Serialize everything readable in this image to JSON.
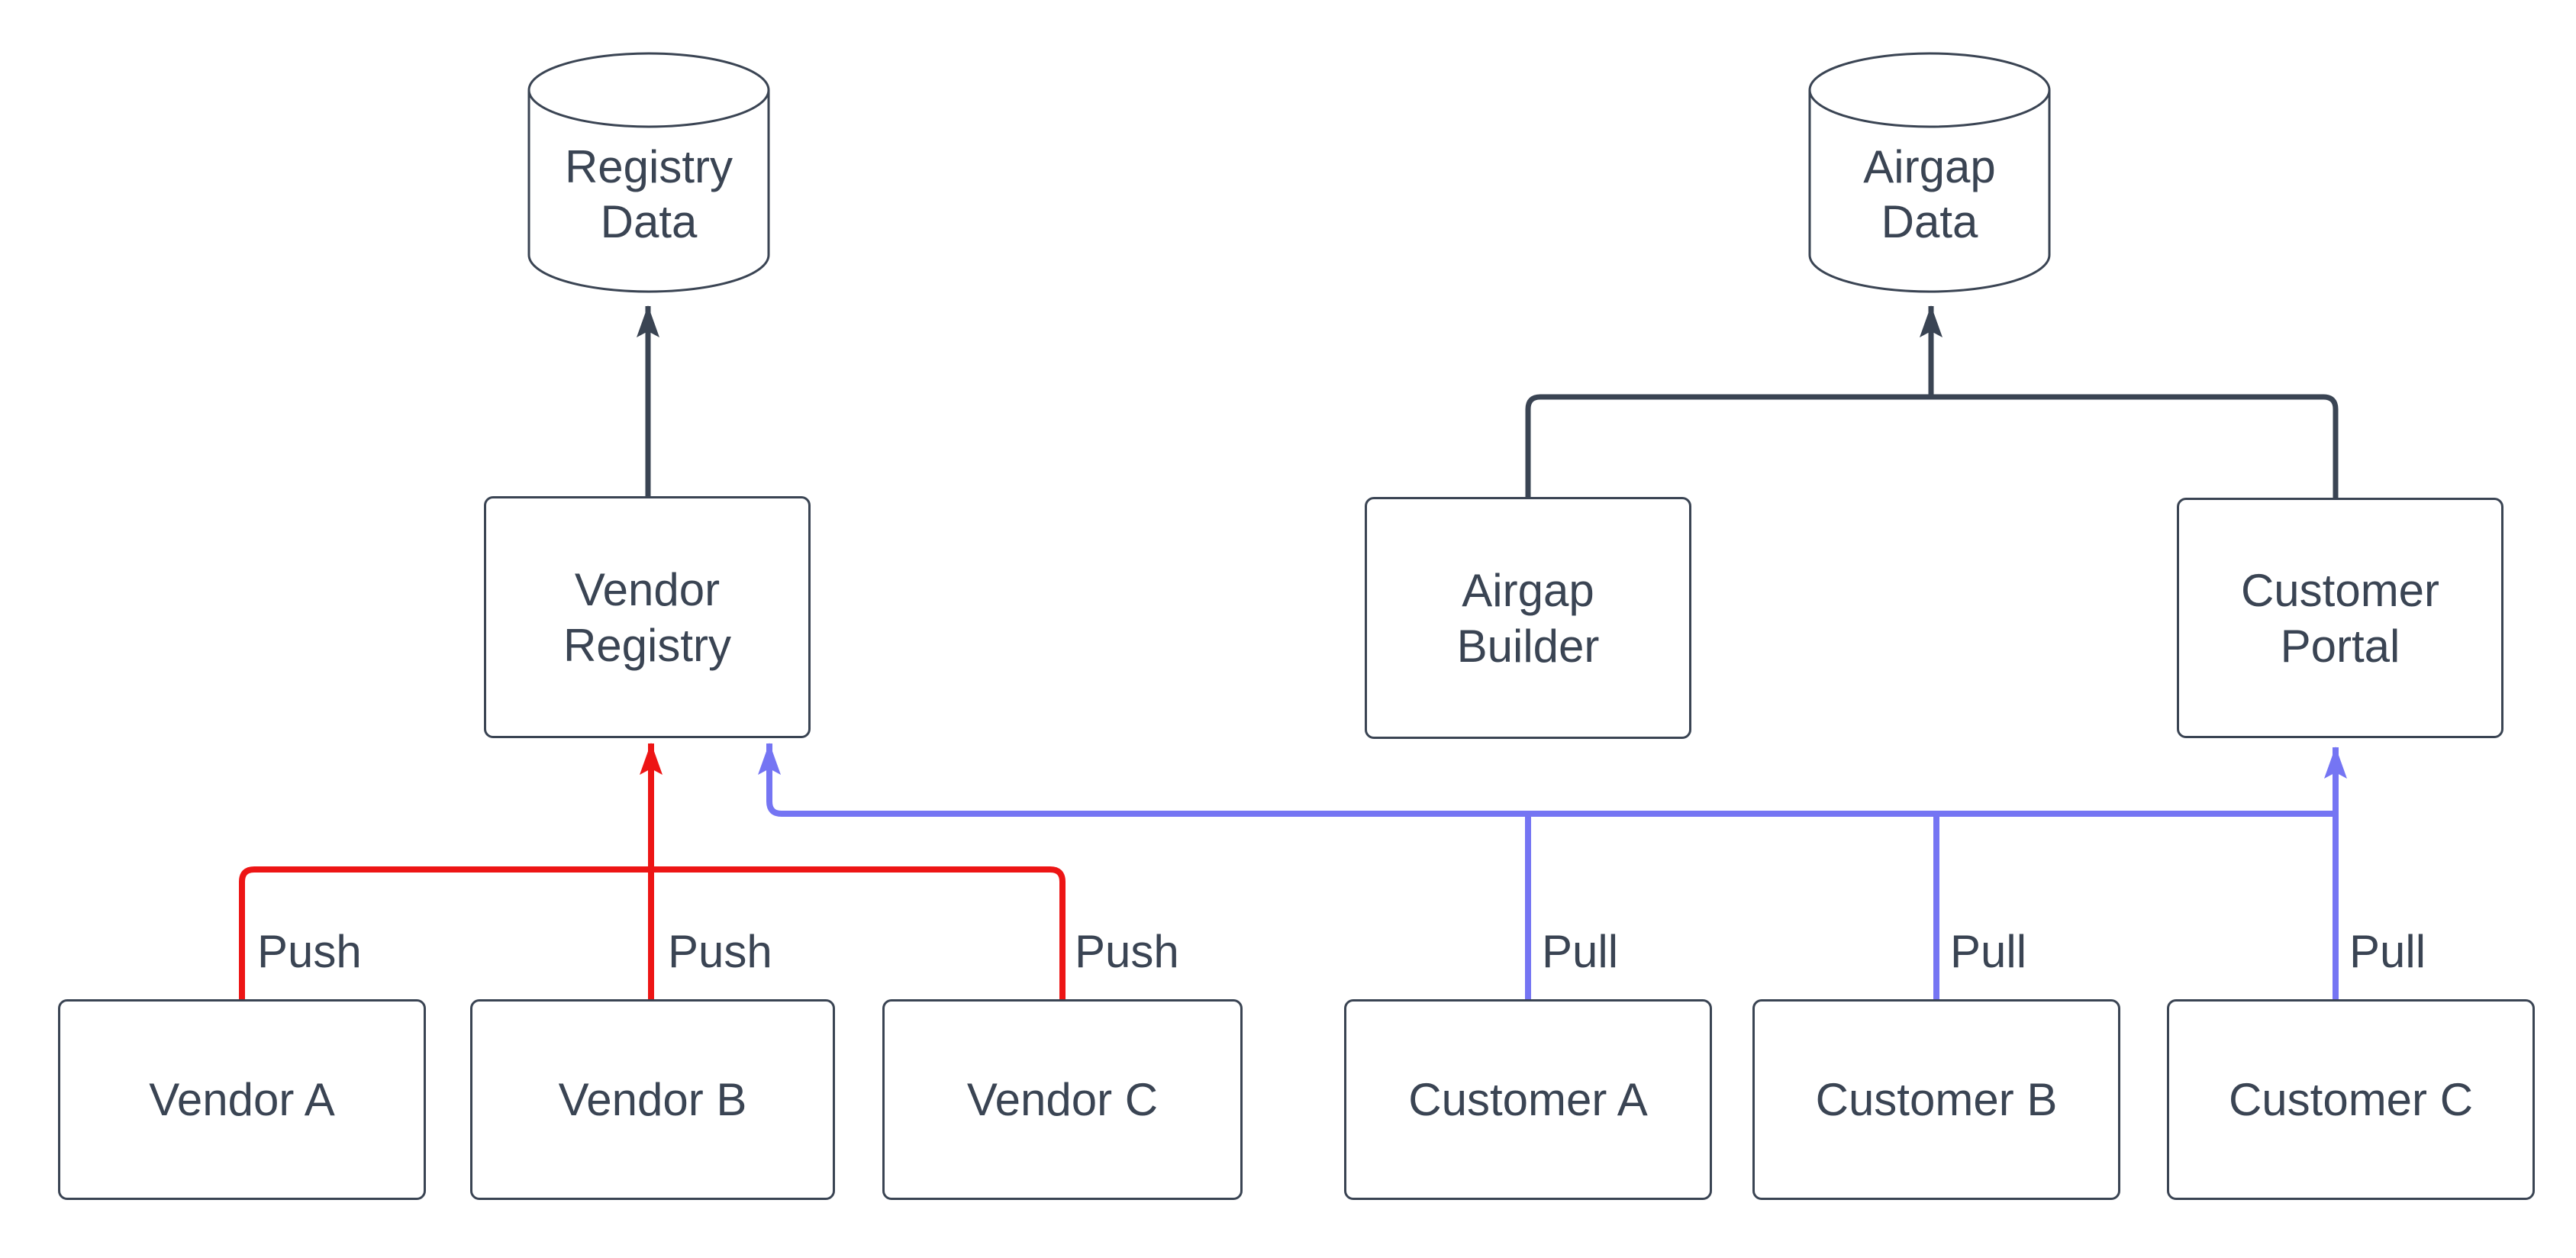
{
  "diagram": {
    "datastores": [
      {
        "id": "registry-data",
        "lines": [
          "Registry",
          "Data"
        ]
      },
      {
        "id": "airgap-data",
        "lines": [
          "Airgap",
          "Data"
        ]
      }
    ],
    "services": [
      {
        "id": "vendor-registry",
        "lines": [
          "Vendor",
          "Registry"
        ]
      },
      {
        "id": "airgap-builder",
        "lines": [
          "Airgap",
          "Builder"
        ]
      },
      {
        "id": "customer-portal",
        "lines": [
          "Customer",
          "Portal"
        ]
      }
    ],
    "actors": [
      {
        "id": "vendor-a",
        "label": "Vendor A"
      },
      {
        "id": "vendor-b",
        "label": "Vendor B"
      },
      {
        "id": "vendor-c",
        "label": "Vendor C"
      },
      {
        "id": "customer-a",
        "label": "Customer A"
      },
      {
        "id": "customer-b",
        "label": "Customer B"
      },
      {
        "id": "customer-c",
        "label": "Customer C"
      }
    ],
    "edge_labels": {
      "push_a": "Push",
      "push_b": "Push",
      "push_c": "Push",
      "pull_a": "Pull",
      "pull_b": "Pull",
      "pull_c": "Pull"
    },
    "colors": {
      "neutral": "#3a4453",
      "push": "#ed1515",
      "pull": "#7575f3",
      "background": "#ffffff"
    }
  }
}
